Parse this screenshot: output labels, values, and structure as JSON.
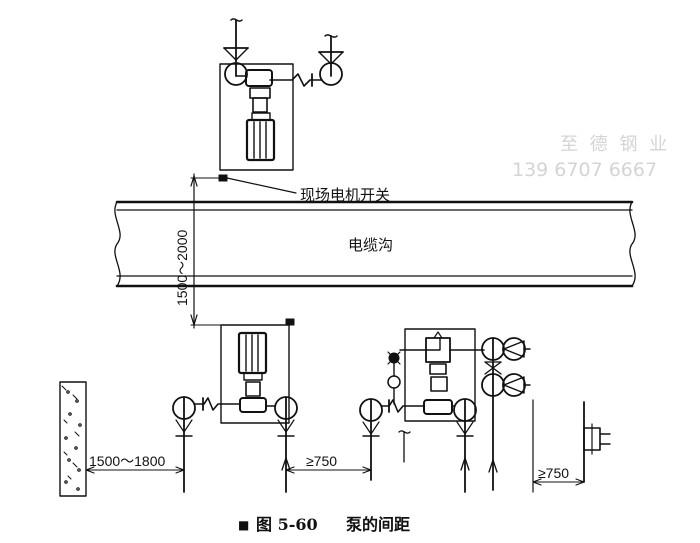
{
  "labels": {
    "site_motor_switch": "现场电机开关",
    "cable_trench": "电缆沟",
    "vertical_spacing": "1500～2000",
    "wall_spacing": "1500～1800",
    "pump_gap_1": "≥750",
    "pump_gap_2": "≥750"
  },
  "watermark": {
    "line1": "至 德 钢 业",
    "line2": "139  6707  6667"
  },
  "caption": {
    "marker": "■",
    "figure_no": "图 5-60",
    "title": "泵的间距"
  }
}
